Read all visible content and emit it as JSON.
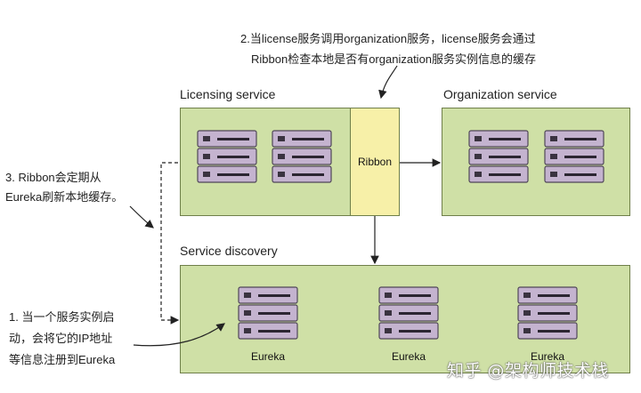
{
  "labels": {
    "licensing": "Licensing service",
    "organization": "Organization service",
    "discovery": "Service discovery",
    "ribbon": "Ribbon"
  },
  "notes": {
    "note2_line1": "2.当license服务调用organization服务，license服务会通过",
    "note2_line2": "Ribbon检查本地是否有organization服务实例信息的缓存",
    "note3_line1": "3. Ribbon会定期从",
    "note3_line2": "Eureka刷新本地缓存。",
    "note1_line1": "1. 当一个服务实例启",
    "note1_line2": "动，会将它的IP地址",
    "note1_line3": "等信息注册到Eureka"
  },
  "eureka": [
    "Eureka",
    "Eureka",
    "Eureka"
  ],
  "watermark": "知乎 @架构师技术栈",
  "colors": {
    "panel_fill": "#cfe0a6",
    "panel_border": "#6f7f4a",
    "ribbon_fill": "#f7f0a8",
    "server_fill": "#c4b3cf",
    "server_border": "#4f4658"
  },
  "icons": [
    "server-stack-icon"
  ]
}
